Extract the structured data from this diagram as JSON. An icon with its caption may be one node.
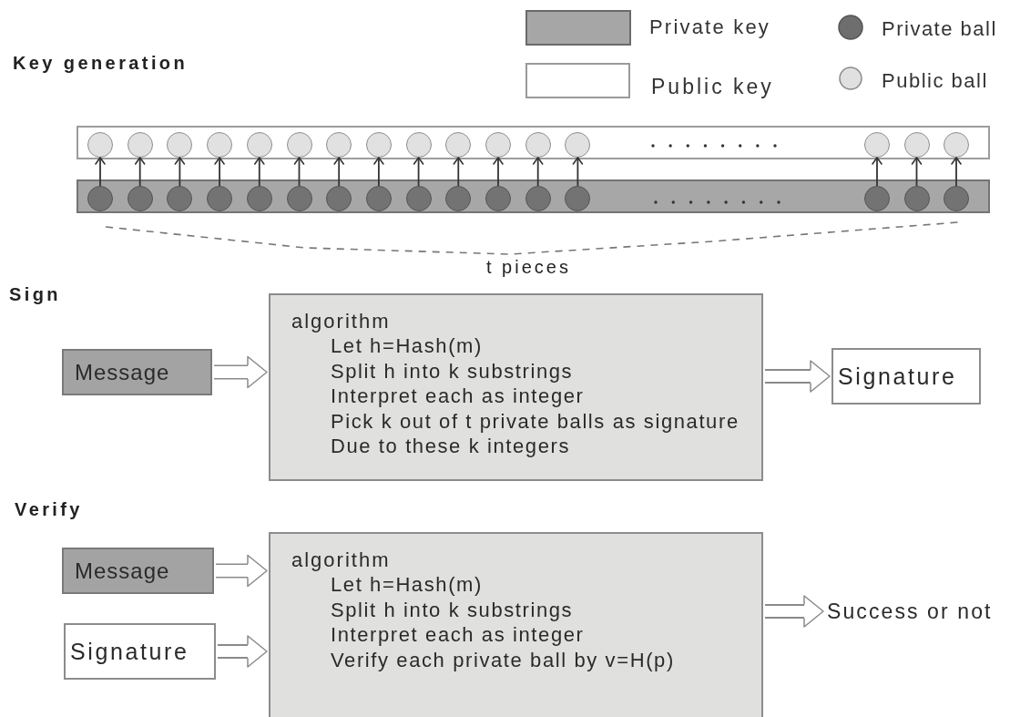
{
  "diagram": {
    "nodes": [
      {
        "text": [],
        "shape": "bar"
      },
      {
        "text": [],
        "shape": "circle",
        "in": 0
      },
      {
        "text": [],
        "shape": "circle",
        "in": 0
      },
      {
        "text": [],
        "shape": "circle",
        "in": 0
      },
      {
        "text": [],
        "shape": "circle",
        "in": 0
      },
      {
        "text": [],
        "shape": "circle",
        "in": 0
      },
      {
        "text": [],
        "shape": "circle",
        "in": 0
      },
      {
        "text": [],
        "shape": "circle",
        "in": 0
      },
      {
        "text": [],
        "shape": "circle",
        "in": 0
      },
      {
        "text": [],
        "shape": "circle",
        "in": 0
      },
      {
        "text": [],
        "shape": "circle",
        "in": 0
      },
      {
        "text": [],
        "shape": "circle",
        "in": 0
      },
      {
        "text": [],
        "shape": "circle",
        "in": 0
      },
      {
        "text": [],
        "shape": "circle",
        "in": 0
      },
      {
        "text": [],
        "shape": "circle",
        "in": 0
      },
      {
        "text": [],
        "shape": "circle",
        "in": 0
      },
      {
        "text": [],
        "shape": "circle",
        "in": 0
      },
      {
        "text": [],
        "shape": "bar"
      },
      {
        "text": [],
        "shape": "circle",
        "in": 17
      },
      {
        "text": [],
        "shape": "circle",
        "in": 17
      },
      {
        "text": [],
        "shape": "circle",
        "in": 17
      },
      {
        "text": [],
        "shape": "circle",
        "in": 17
      },
      {
        "text": [],
        "shape": "circle",
        "in": 17
      },
      {
        "text": [],
        "shape": "circle",
        "in": 17
      },
      {
        "text": [],
        "shape": "circle",
        "in": 17
      },
      {
        "text": [],
        "shape": "circle",
        "in": 17
      },
      {
        "text": [],
        "shape": "circle",
        "in": 17
      },
      {
        "text": [],
        "shape": "circle",
        "in": 17
      },
      {
        "text": [],
        "shape": "circle",
        "in": 17
      },
      {
        "text": [],
        "shape": "circle",
        "in": 17
      },
      {
        "text": [],
        "shape": "circle",
        "in": 17
      },
      {
        "text": [],
        "shape": "circle",
        "in": 17
      },
      {
        "text": [],
        "shape": "circle",
        "in": 17
      },
      {
        "text": [],
        "shape": "circle",
        "in": 17
      },
      {
        "text": [
          "Message"
        ]
      },
      {
        "text": [
          "algorithm",
          "Let h=Hash(m)",
          "Split h into k substrings",
          "Interpret each as integer",
          "Pick k out of t private balls as signature",
          "Due to these k integers"
        ]
      },
      {
        "text": [
          "Signature"
        ]
      },
      {
        "text": [
          "Message"
        ]
      },
      {
        "text": [
          "Signature"
        ]
      },
      {
        "text": [
          "algorithm",
          "Let h=Hash(m)",
          "Split h into k substrings",
          "Interpret each as integer",
          "Verify each private ball by v=H(p)"
        ]
      },
      {
        "text": [
          "Success or not"
        ]
      }
    ],
    "edges": [
      {
        "from": 18,
        "to": 1,
        "arrow": "to"
      },
      {
        "from": 19,
        "to": 2,
        "arrow": "to"
      },
      {
        "from": 20,
        "to": 3,
        "arrow": "to"
      },
      {
        "from": 21,
        "to": 4,
        "arrow": "to"
      },
      {
        "from": 22,
        "to": 5,
        "arrow": "to"
      },
      {
        "from": 23,
        "to": 6,
        "arrow": "to"
      },
      {
        "from": 24,
        "to": 7,
        "arrow": "to"
      },
      {
        "from": 25,
        "to": 8,
        "arrow": "to"
      },
      {
        "from": 26,
        "to": 9,
        "arrow": "to"
      },
      {
        "from": 27,
        "to": 10,
        "arrow": "to"
      },
      {
        "from": 28,
        "to": 11,
        "arrow": "to"
      },
      {
        "from": 29,
        "to": 12,
        "arrow": "to"
      },
      {
        "from": 30,
        "to": 13,
        "arrow": "to"
      },
      {
        "from": 31,
        "to": 14,
        "arrow": "to"
      },
      {
        "from": 32,
        "to": 15,
        "arrow": "to"
      },
      {
        "from": 33,
        "to": 16,
        "arrow": "to"
      },
      {
        "from": 34,
        "to": 35,
        "arrow": "to",
        "style": "thick"
      },
      {
        "from": 35,
        "to": 36,
        "arrow": "to",
        "style": "thick"
      },
      {
        "from": 37,
        "to": 39,
        "arrow": "to",
        "style": "thick"
      },
      {
        "from": 38,
        "to": 39,
        "arrow": "to",
        "style": "thick"
      },
      {
        "from": 39,
        "to": 40,
        "arrow": "to",
        "style": "thick"
      }
    ],
    "labels": [
      "Key generation",
      "t pieces",
      "Sign",
      "Verify"
    ],
    "legend": [
      {
        "text": "Private key",
        "color": "#a6a6a6"
      },
      {
        "text": "Public key"
      },
      {
        "text": "Private ball",
        "color": "#6e6e6e"
      },
      {
        "text": "Public ball",
        "color": "#e0e0e0"
      }
    ]
  }
}
